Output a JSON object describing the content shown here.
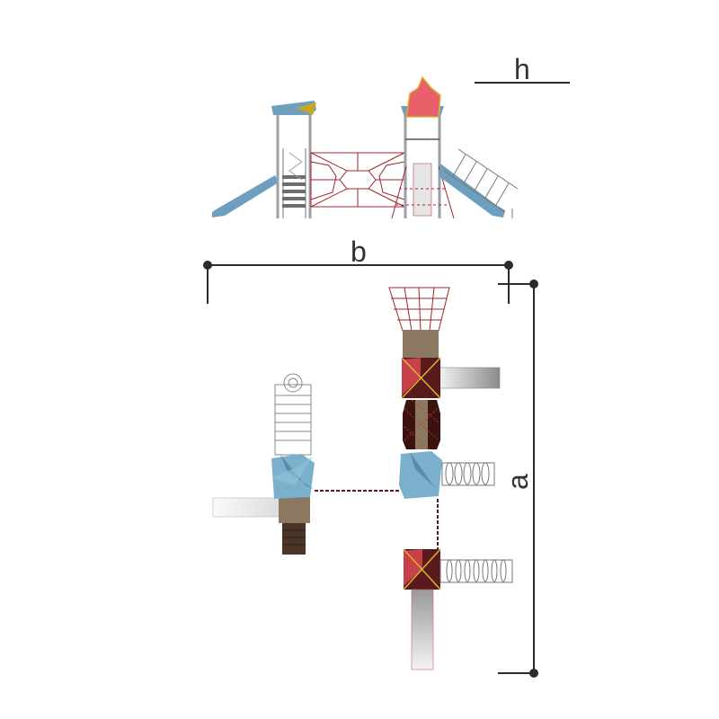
{
  "dimensions": {
    "height_label": "h",
    "width_label": "b",
    "length_label": "a"
  },
  "colors": {
    "roof_blue": "#6e9fbe",
    "roof_red": "#e8606a",
    "roof_yellow": "#d9b531",
    "platform_brown": "#8a7860",
    "roof_dark_red": "#5a1a1c",
    "net_red": "#a0242a",
    "steel": "#9aa0a6",
    "dim_line": "#2b2b2b"
  }
}
